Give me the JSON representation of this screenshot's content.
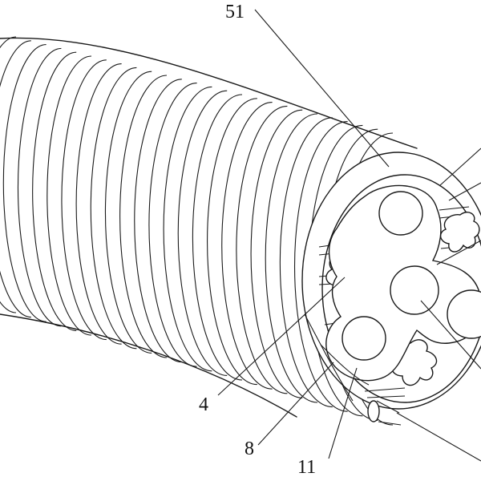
{
  "figure": {
    "labels": {
      "l51": "51",
      "l4": "4",
      "l8": "8",
      "l11": "11"
    }
  }
}
